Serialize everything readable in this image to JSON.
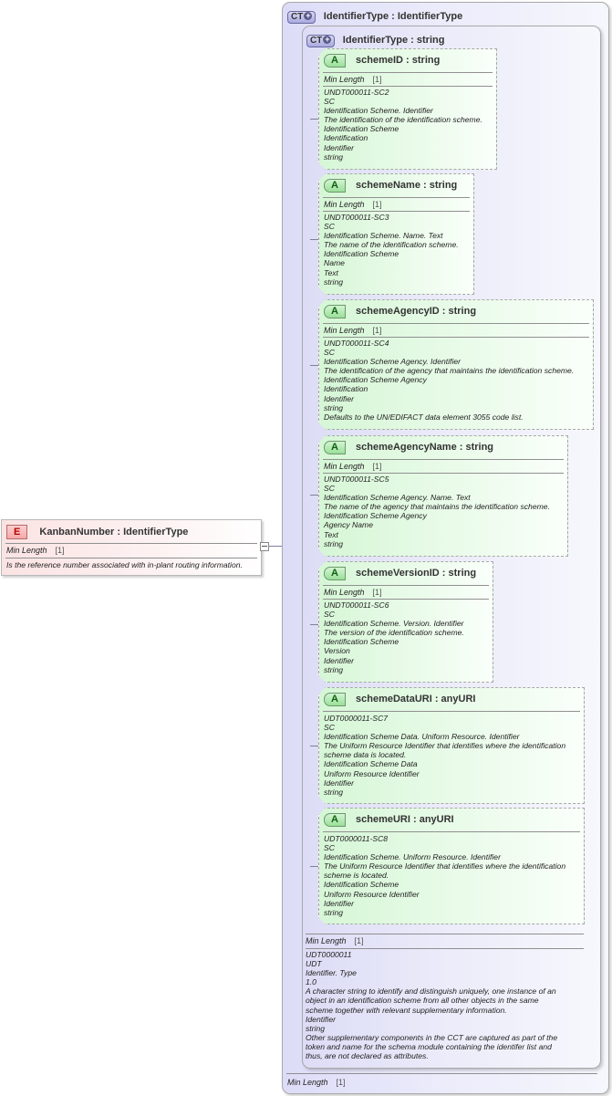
{
  "element": {
    "badge": "E",
    "name": "KanbanNumber",
    "type": "IdentifierType",
    "facet_label": "Min Length",
    "facet_value": "[1]",
    "doc": "Is the reference number associated with in-plant routing information."
  },
  "outer_type": {
    "badge": "CT",
    "title": "IdentifierType : IdentifierType",
    "facet_label": "Min Length",
    "facet_value": "[1]"
  },
  "inner_type": {
    "badge": "CT",
    "title": "IdentifierType : string",
    "facet_label": "Min Length",
    "facet_value": "[1]",
    "doc": [
      "UDT0000011",
      "UDT",
      "Identifier. Type",
      "1.0",
      "A character string to identify and distinguish uniquely, one instance of an",
      "object in an identification scheme from all other objects in the same",
      "scheme together with relevant supplementary information.",
      "Identifier",
      "string",
      "Other supplementary components in the CCT are captured as part of the",
      "token and name for the schema module containing the identifer list and",
      "thus, are not declared as attributes."
    ]
  },
  "attributes": [
    {
      "badge": "A",
      "title": "schemeID : string",
      "facet_label": "Min Length",
      "facet_value": "[1]",
      "doc": [
        "UNDT000011-SC2",
        "SC",
        "Identification Scheme. Identifier",
        "The identification of the identification scheme.",
        "Identification Scheme",
        "Identification",
        "Identifier",
        "string"
      ]
    },
    {
      "badge": "A",
      "title": "schemeName : string",
      "facet_label": "Min Length",
      "facet_value": "[1]",
      "doc": [
        "UNDT000011-SC3",
        "SC",
        "Identification Scheme. Name. Text",
        "The name of the identification scheme.",
        "Identification Scheme",
        "Name",
        "Text",
        "string"
      ]
    },
    {
      "badge": "A",
      "title": "schemeAgencyID : string",
      "facet_label": "Min Length",
      "facet_value": "[1]",
      "doc": [
        "UNDT000011-SC4",
        "SC",
        "Identification Scheme Agency. Identifier",
        "The identification of the agency that maintains the identification scheme.",
        "Identification Scheme Agency",
        "Identification",
        "Identifier",
        "string",
        "Defaults to the UN/EDIFACT data element 3055 code list."
      ]
    },
    {
      "badge": "A",
      "title": "schemeAgencyName : string",
      "facet_label": "Min Length",
      "facet_value": "[1]",
      "doc": [
        "UNDT000011-SC5",
        "SC",
        "Identification Scheme Agency. Name. Text",
        "The name of the agency that maintains the identification scheme.",
        "Identification Scheme Agency",
        "Agency Name",
        "Text",
        "string"
      ]
    },
    {
      "badge": "A",
      "title": "schemeVersionID : string",
      "facet_label": "Min Length",
      "facet_value": "[1]",
      "doc": [
        "UNDT000011-SC6",
        "SC",
        "Identification Scheme. Version. Identifier",
        "The version of the identification scheme.",
        "Identification Scheme",
        "Version",
        "Identifier",
        "string"
      ]
    },
    {
      "badge": "A",
      "title": "schemeDataURI : anyURI",
      "doc": [
        "UDT0000011-SC7",
        "SC",
        "Identification Scheme Data. Uniform Resource. Identifier",
        "The Uniform Resource Identifier that identifies where the identification",
        "scheme data is located.",
        "Identification Scheme Data",
        "Uniform Resource Identifier",
        "Identifier",
        "string"
      ]
    },
    {
      "badge": "A",
      "title": "schemeURI : anyURI",
      "doc": [
        "UDT0000011-SC8",
        "SC",
        "Identification Scheme. Uniform Resource. Identifier",
        "The Uniform Resource Identifier that identifies where the identification",
        "scheme is located.",
        "Identification Scheme",
        "Uniform Resource Identifier",
        "Identifier",
        "string"
      ]
    }
  ]
}
